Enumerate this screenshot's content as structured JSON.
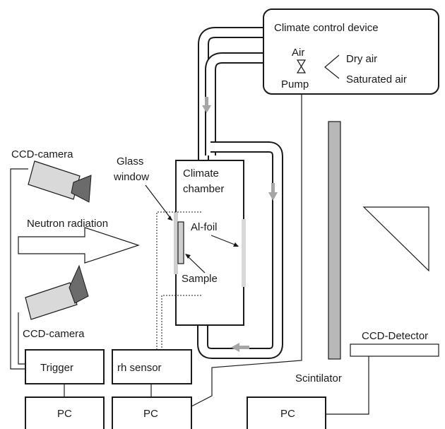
{
  "diagram": {
    "climate_control_device": {
      "title": "Climate control device",
      "air": "Air",
      "pump": "Pump",
      "dry_air": "Dry air",
      "saturated_air": "Saturated air"
    },
    "climate_chamber": {
      "line1": "Climate",
      "line2": "chamber"
    },
    "glass_window": {
      "line1": "Glass",
      "line2": "window"
    },
    "al_foil": "Al-foil",
    "sample": "Sample",
    "neutron_radiation": "Neutron radiation",
    "ccd_camera_top": "CCD-camera",
    "ccd_camera_bottom": "CCD-camera",
    "trigger": "Trigger",
    "rh_sensor": "rh sensor",
    "pc_left": "PC",
    "pc_middle": "PC",
    "pc_right": "PC",
    "ccd_detector": "CCD-Detector",
    "scintilator": "Scintilator"
  },
  "colors": {
    "line": "#1a1a1a",
    "gray_fill": "#d9d9d9",
    "flow_arrow": "#a6a6a6",
    "scintilator": "#b8b8b8"
  }
}
